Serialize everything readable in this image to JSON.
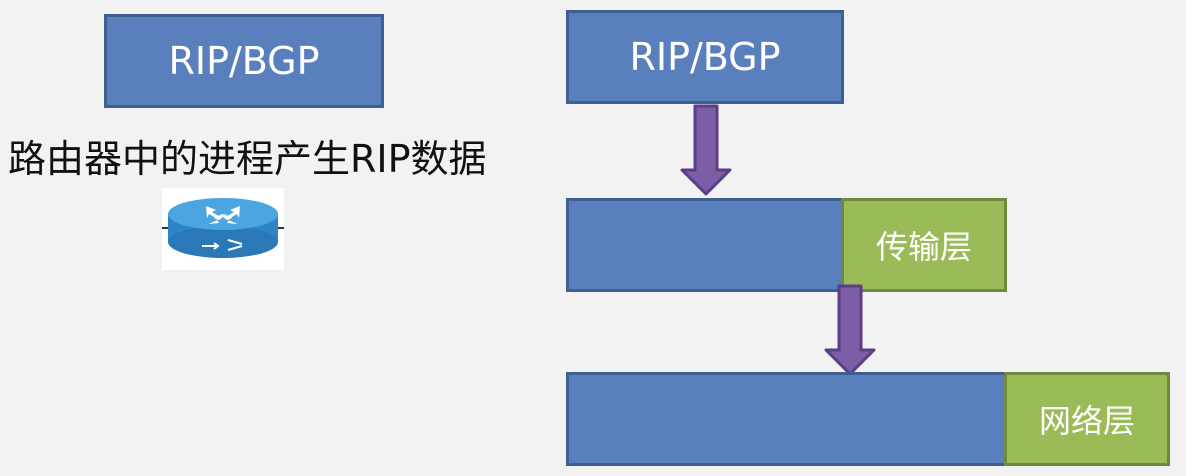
{
  "left": {
    "protocol_box_label": "RIP/BGP",
    "caption": "路由器中的进程产生RIP数据",
    "router_icon": "router-icon"
  },
  "right": {
    "protocol_box_label": "RIP/BGP",
    "transport_layer_label": "传输层",
    "network_layer_label": "网络层"
  },
  "colors": {
    "box_fill": "#5a7fbd",
    "box_border": "#3e5f8f",
    "layer_fill": "#9bbb59",
    "arrow_fill": "#7b5ea6",
    "background": "#f2f2f2"
  }
}
